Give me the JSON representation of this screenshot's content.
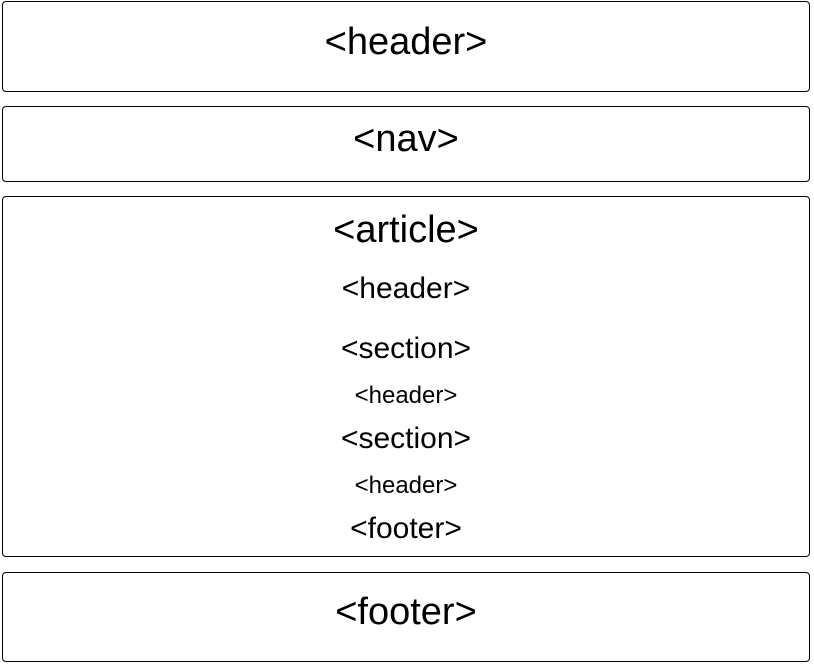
{
  "diagram": {
    "header_box": {
      "label": "<header>"
    },
    "nav_box": {
      "label": "<nav>"
    },
    "article_box": {
      "label": "<article>",
      "items": [
        {
          "label": "<header>"
        },
        {
          "label": "<section>"
        },
        {
          "label": "<header>"
        },
        {
          "label": "<section>"
        },
        {
          "label": "<header>"
        },
        {
          "label": "<footer>"
        }
      ]
    },
    "footer_box": {
      "label": "<footer>"
    }
  }
}
